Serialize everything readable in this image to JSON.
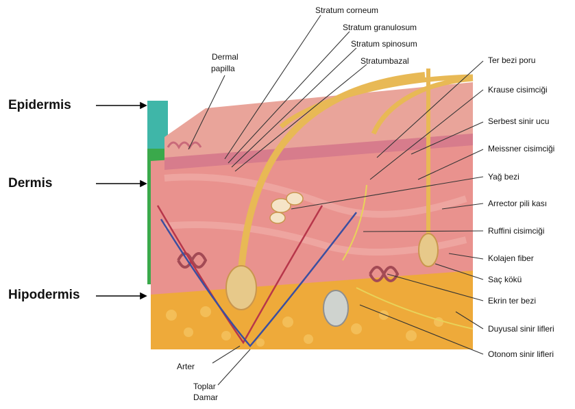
{
  "layers": {
    "epidermis": "Epidermis",
    "dermis": "Dermis",
    "hypodermis": "Hipodermis"
  },
  "top_labels": {
    "stratum_corneum": "Stratum  corneum",
    "stratum_granulosum": "Stratum  granulosum",
    "stratum_spinosum": "Stratum  spinosum",
    "stratum_basal": "Stratumbazal",
    "dermal": "Dermal",
    "papilla": "papilla"
  },
  "right_labels": [
    "Ter bezi poru",
    "Krause cisimciği",
    "Serbest sinir ucu",
    "Meissner cisimciği",
    "Yağ bezi",
    "Arrector pili kası",
    "Ruffini cisimciği",
    "Kolajen fiber",
    "Saç kökü",
    "Ekrin ter bezi",
    "Duyusal sinir lifleri",
    "Otonom sinir lifleri"
  ],
  "bottom_labels": {
    "arter": "Arter",
    "toplar": "Toplar",
    "damar": "Damar"
  },
  "colors": {
    "epidermis_block": "#3fb6a8",
    "dermis_block": "#3aa94b",
    "skin_surface": "#e9a49a",
    "dermis_tissue": "#e9928e",
    "fat": "#eeaa3a",
    "hair": "#e8b955"
  }
}
